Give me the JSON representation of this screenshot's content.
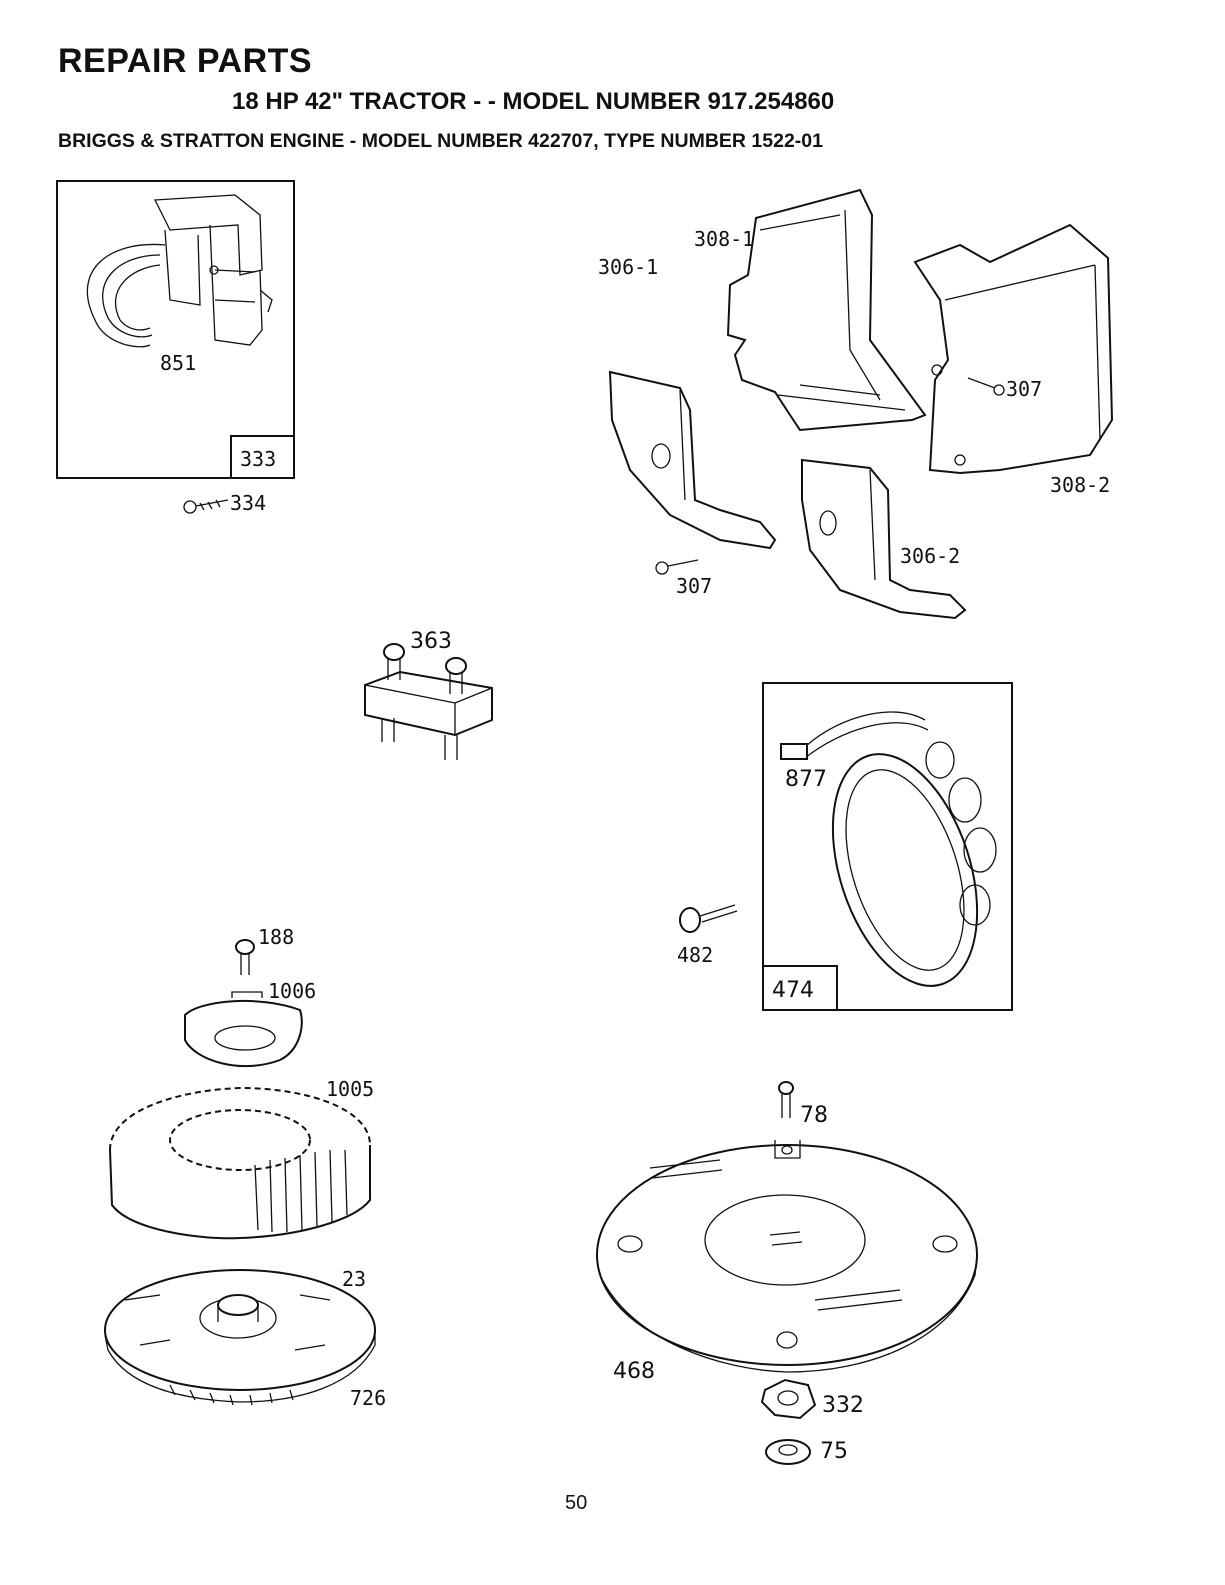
{
  "header": {
    "title": "REPAIR PARTS",
    "subtitle": "18 HP 42\" TRACTOR - - MODEL NUMBER 917.254860",
    "engine_line": "BRIGGS & STRATTON ENGINE - MODEL NUMBER 422707, TYPE NUMBER 1522-01"
  },
  "parts": {
    "p851": "851",
    "p333": "333",
    "p334": "334",
    "p308_1": "308-1",
    "p306_1": "306-1",
    "p307_a": "307",
    "p307_b": "307",
    "p308_2": "308-2",
    "p306_2": "306-2",
    "p363": "363",
    "p877": "877",
    "p482": "482",
    "p474": "474",
    "p188": "188",
    "p1006": "1006",
    "p1005": "1005",
    "p23": "23",
    "p726": "726",
    "p78": "78",
    "p468": "468",
    "p332": "332",
    "p75": "75"
  },
  "footer": {
    "page_number": "50"
  }
}
